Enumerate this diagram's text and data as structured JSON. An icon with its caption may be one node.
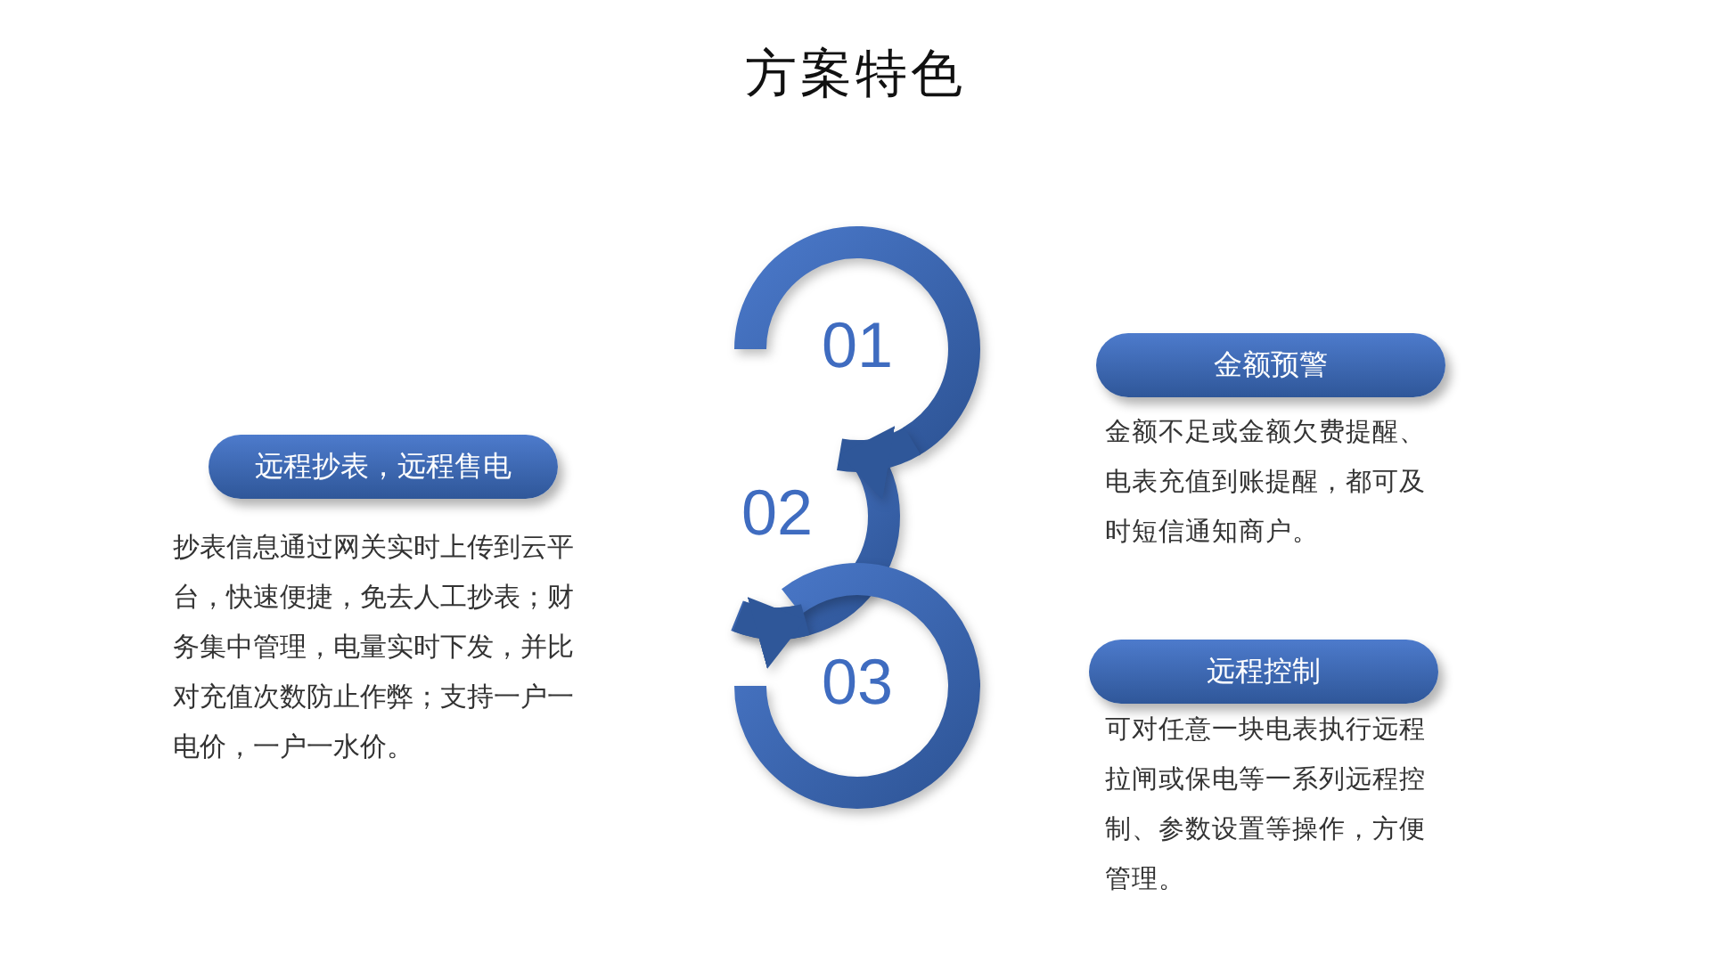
{
  "diagram": {
    "title": "方案特色",
    "nodes": [
      {
        "text": [
          "01"
        ]
      },
      {
        "text": [
          "02"
        ]
      },
      {
        "text": [
          "03"
        ]
      },
      {
        "text": [
          "远程抄表，远程售电"
        ],
        "beside": [
          "抄表信息通过网关实时上传到云平台，快速便捷，免去人工抄表；财务集中管理，电量实时下发，并比对充值次数防止作弊；支持一户一电价，一户一水价。"
        ]
      },
      {
        "text": [
          "金额预警"
        ],
        "beside": [
          "金额不足或金额欠费提醒、电表充值到账提醒，都可及时短信通知商户。"
        ]
      },
      {
        "text": [
          "远程控制"
        ],
        "beside": [
          "可对任意一块电表执行远程拉闸或保电等一系列远程控制、参数设置等操作，方便管理。"
        ]
      }
    ],
    "edges": [
      {
        "from": 0,
        "to": 1,
        "arrow": "to"
      },
      {
        "from": 1,
        "to": 2,
        "arrow": "to"
      }
    ]
  }
}
